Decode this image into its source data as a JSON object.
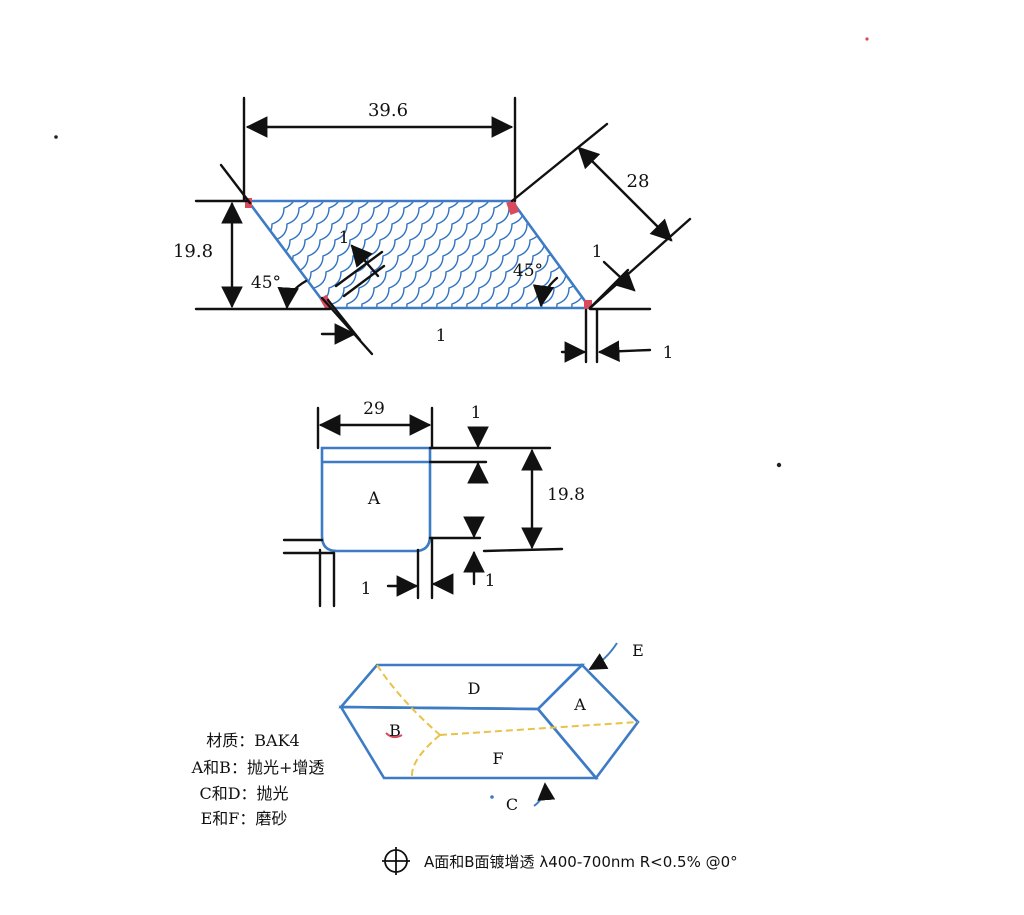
{
  "top_view": {
    "top_width": "39.6",
    "height": "19.8",
    "slant_length": "28",
    "angle_left": "45°",
    "angle_right": "45°",
    "chamfer_1": "1",
    "chamfer_2": "1",
    "chamfer_3": "1",
    "chamfer_4": "1"
  },
  "side_view": {
    "width": "29",
    "height": "19.8",
    "face_label": "A",
    "chamfer_top": "1",
    "chamfer_bottom_right": "1",
    "chamfer_bottom_left": "1"
  },
  "iso_view": {
    "face_a": "A",
    "face_b": "B",
    "face_c": "C",
    "face_d": "D",
    "face_e": "E",
    "face_f": "F"
  },
  "spec": {
    "material": "材质：BAK4",
    "line_ab": "A和B：抛光+增透",
    "line_cd": "C和D：抛光",
    "line_ef": "E和F：磨砂"
  },
  "coating_note": "A面和B面镀增透  λ400-700nm R<0.5% @0°",
  "colors": {
    "outline_blue": "#3d7cc4",
    "hatch_blue": "#2f73c2",
    "marker_red": "#d84a5e",
    "edge_yellow": "#e8c24a"
  },
  "icons": [
    "surface-symbol-icon"
  ]
}
